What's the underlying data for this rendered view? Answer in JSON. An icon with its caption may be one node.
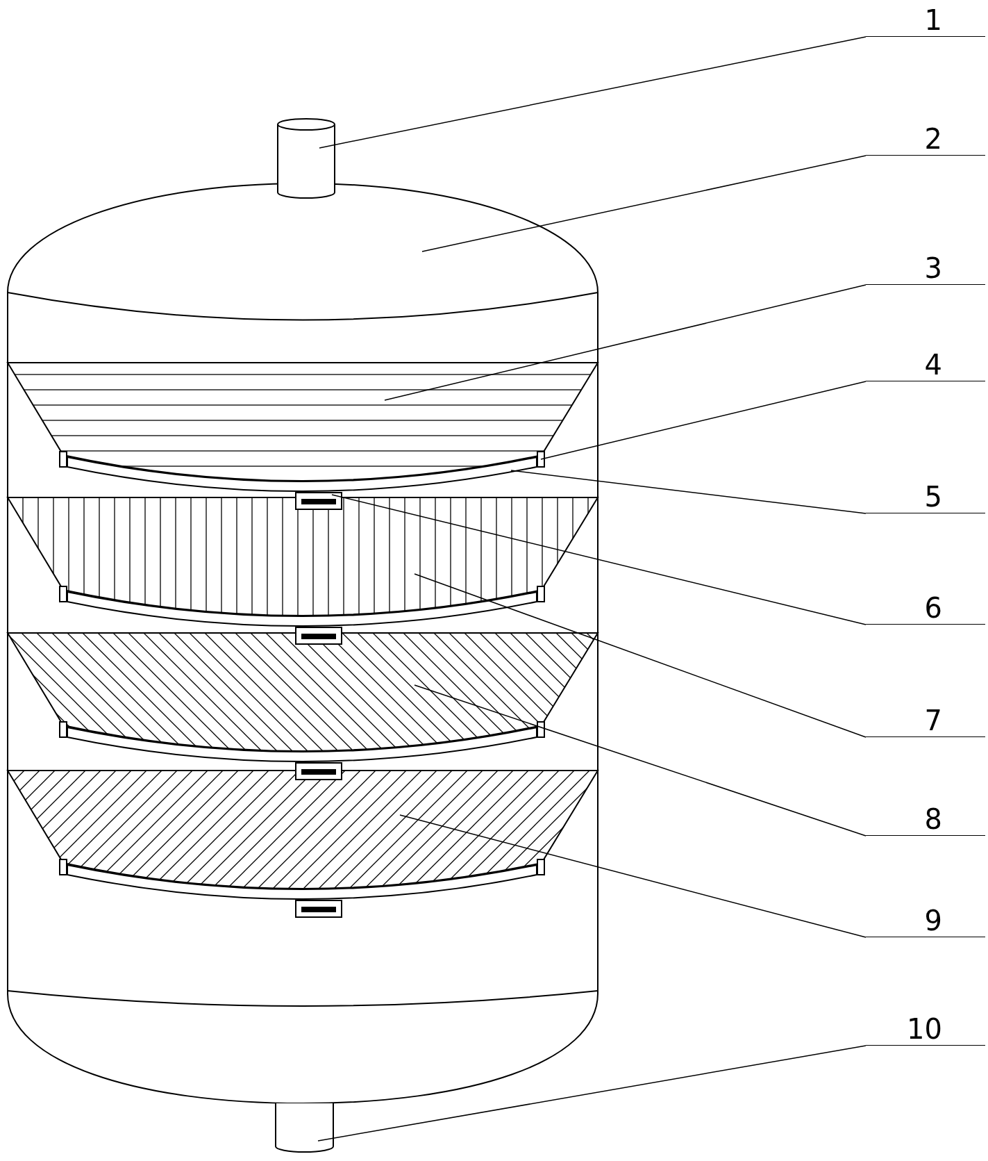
{
  "diagram": {
    "nodes": [
      {
        "text": [
          "1"
        ]
      },
      {
        "text": [
          "2"
        ]
      },
      {
        "text": [
          "3"
        ]
      },
      {
        "text": [
          "4"
        ]
      },
      {
        "text": [
          "5"
        ]
      },
      {
        "text": [
          "6"
        ]
      },
      {
        "text": [
          "7"
        ]
      },
      {
        "text": [
          "8"
        ]
      },
      {
        "text": [
          "9"
        ]
      },
      {
        "text": [
          "10"
        ]
      },
      {
        "text": [],
        "shape": "cylinder"
      },
      {
        "text": [],
        "shape": "dome"
      },
      {
        "text": [],
        "shape": "trapezoid"
      },
      {
        "text": [],
        "shape": "bar"
      },
      {
        "text": [],
        "shape": "plate"
      },
      {
        "text": [],
        "shape": "box"
      },
      {
        "text": [],
        "shape": "trapezoid"
      },
      {
        "text": [],
        "shape": "trapezoid"
      },
      {
        "text": [],
        "shape": "trapezoid"
      },
      {
        "text": [],
        "shape": "cylinder"
      }
    ],
    "edges": [
      {
        "from": 0,
        "to": 10,
        "arrow": "none"
      },
      {
        "from": 1,
        "to": 11,
        "arrow": "none"
      },
      {
        "from": 2,
        "to": 12,
        "arrow": "none"
      },
      {
        "from": 3,
        "to": 13,
        "arrow": "none"
      },
      {
        "from": 4,
        "to": 14,
        "arrow": "none"
      },
      {
        "from": 5,
        "to": 15,
        "arrow": "none"
      },
      {
        "from": 6,
        "to": 16,
        "arrow": "none"
      },
      {
        "from": 7,
        "to": 17,
        "arrow": "none"
      },
      {
        "from": 8,
        "to": 18,
        "arrow": "none"
      },
      {
        "from": 9,
        "to": 19,
        "arrow": "none"
      }
    ]
  }
}
